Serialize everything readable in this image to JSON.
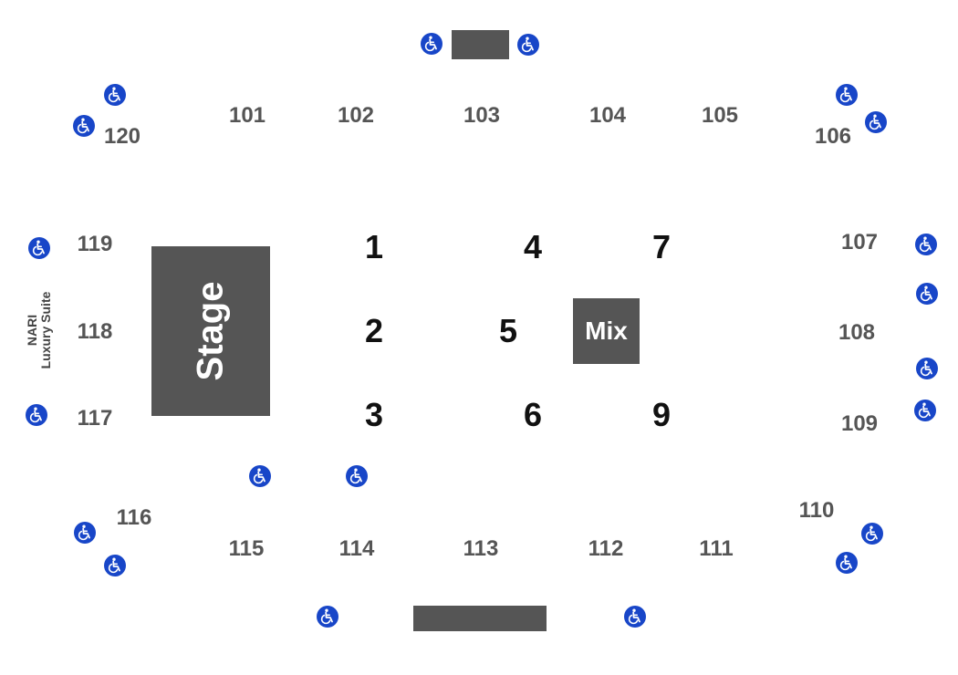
{
  "venue": {
    "stage_label": "Stage",
    "mix_label": "Mix",
    "suite_label_line1": "NARI",
    "suite_label_line2": "Luxury Suite"
  },
  "sections": {
    "s101": "101",
    "s102": "102",
    "s103": "103",
    "s104": "104",
    "s105": "105",
    "s106": "106",
    "s107": "107",
    "s108": "108",
    "s109": "109",
    "s110": "110",
    "s111": "111",
    "s112": "112",
    "s113": "113",
    "s114": "114",
    "s115": "115",
    "s116": "116",
    "s117": "117",
    "s118": "118",
    "s119": "119",
    "s120": "120"
  },
  "floor_sections": {
    "f1": "1",
    "f2": "2",
    "f3": "3",
    "f4": "4",
    "f5": "5",
    "f6": "6",
    "f7": "7",
    "f9": "9"
  },
  "colors": {
    "accessible_icon": "#1846c8",
    "block_fill": "#555555",
    "section_text": "#555555",
    "floor_text": "#111111"
  },
  "icons": {
    "accessible": "wheelchair-accessible-icon"
  }
}
